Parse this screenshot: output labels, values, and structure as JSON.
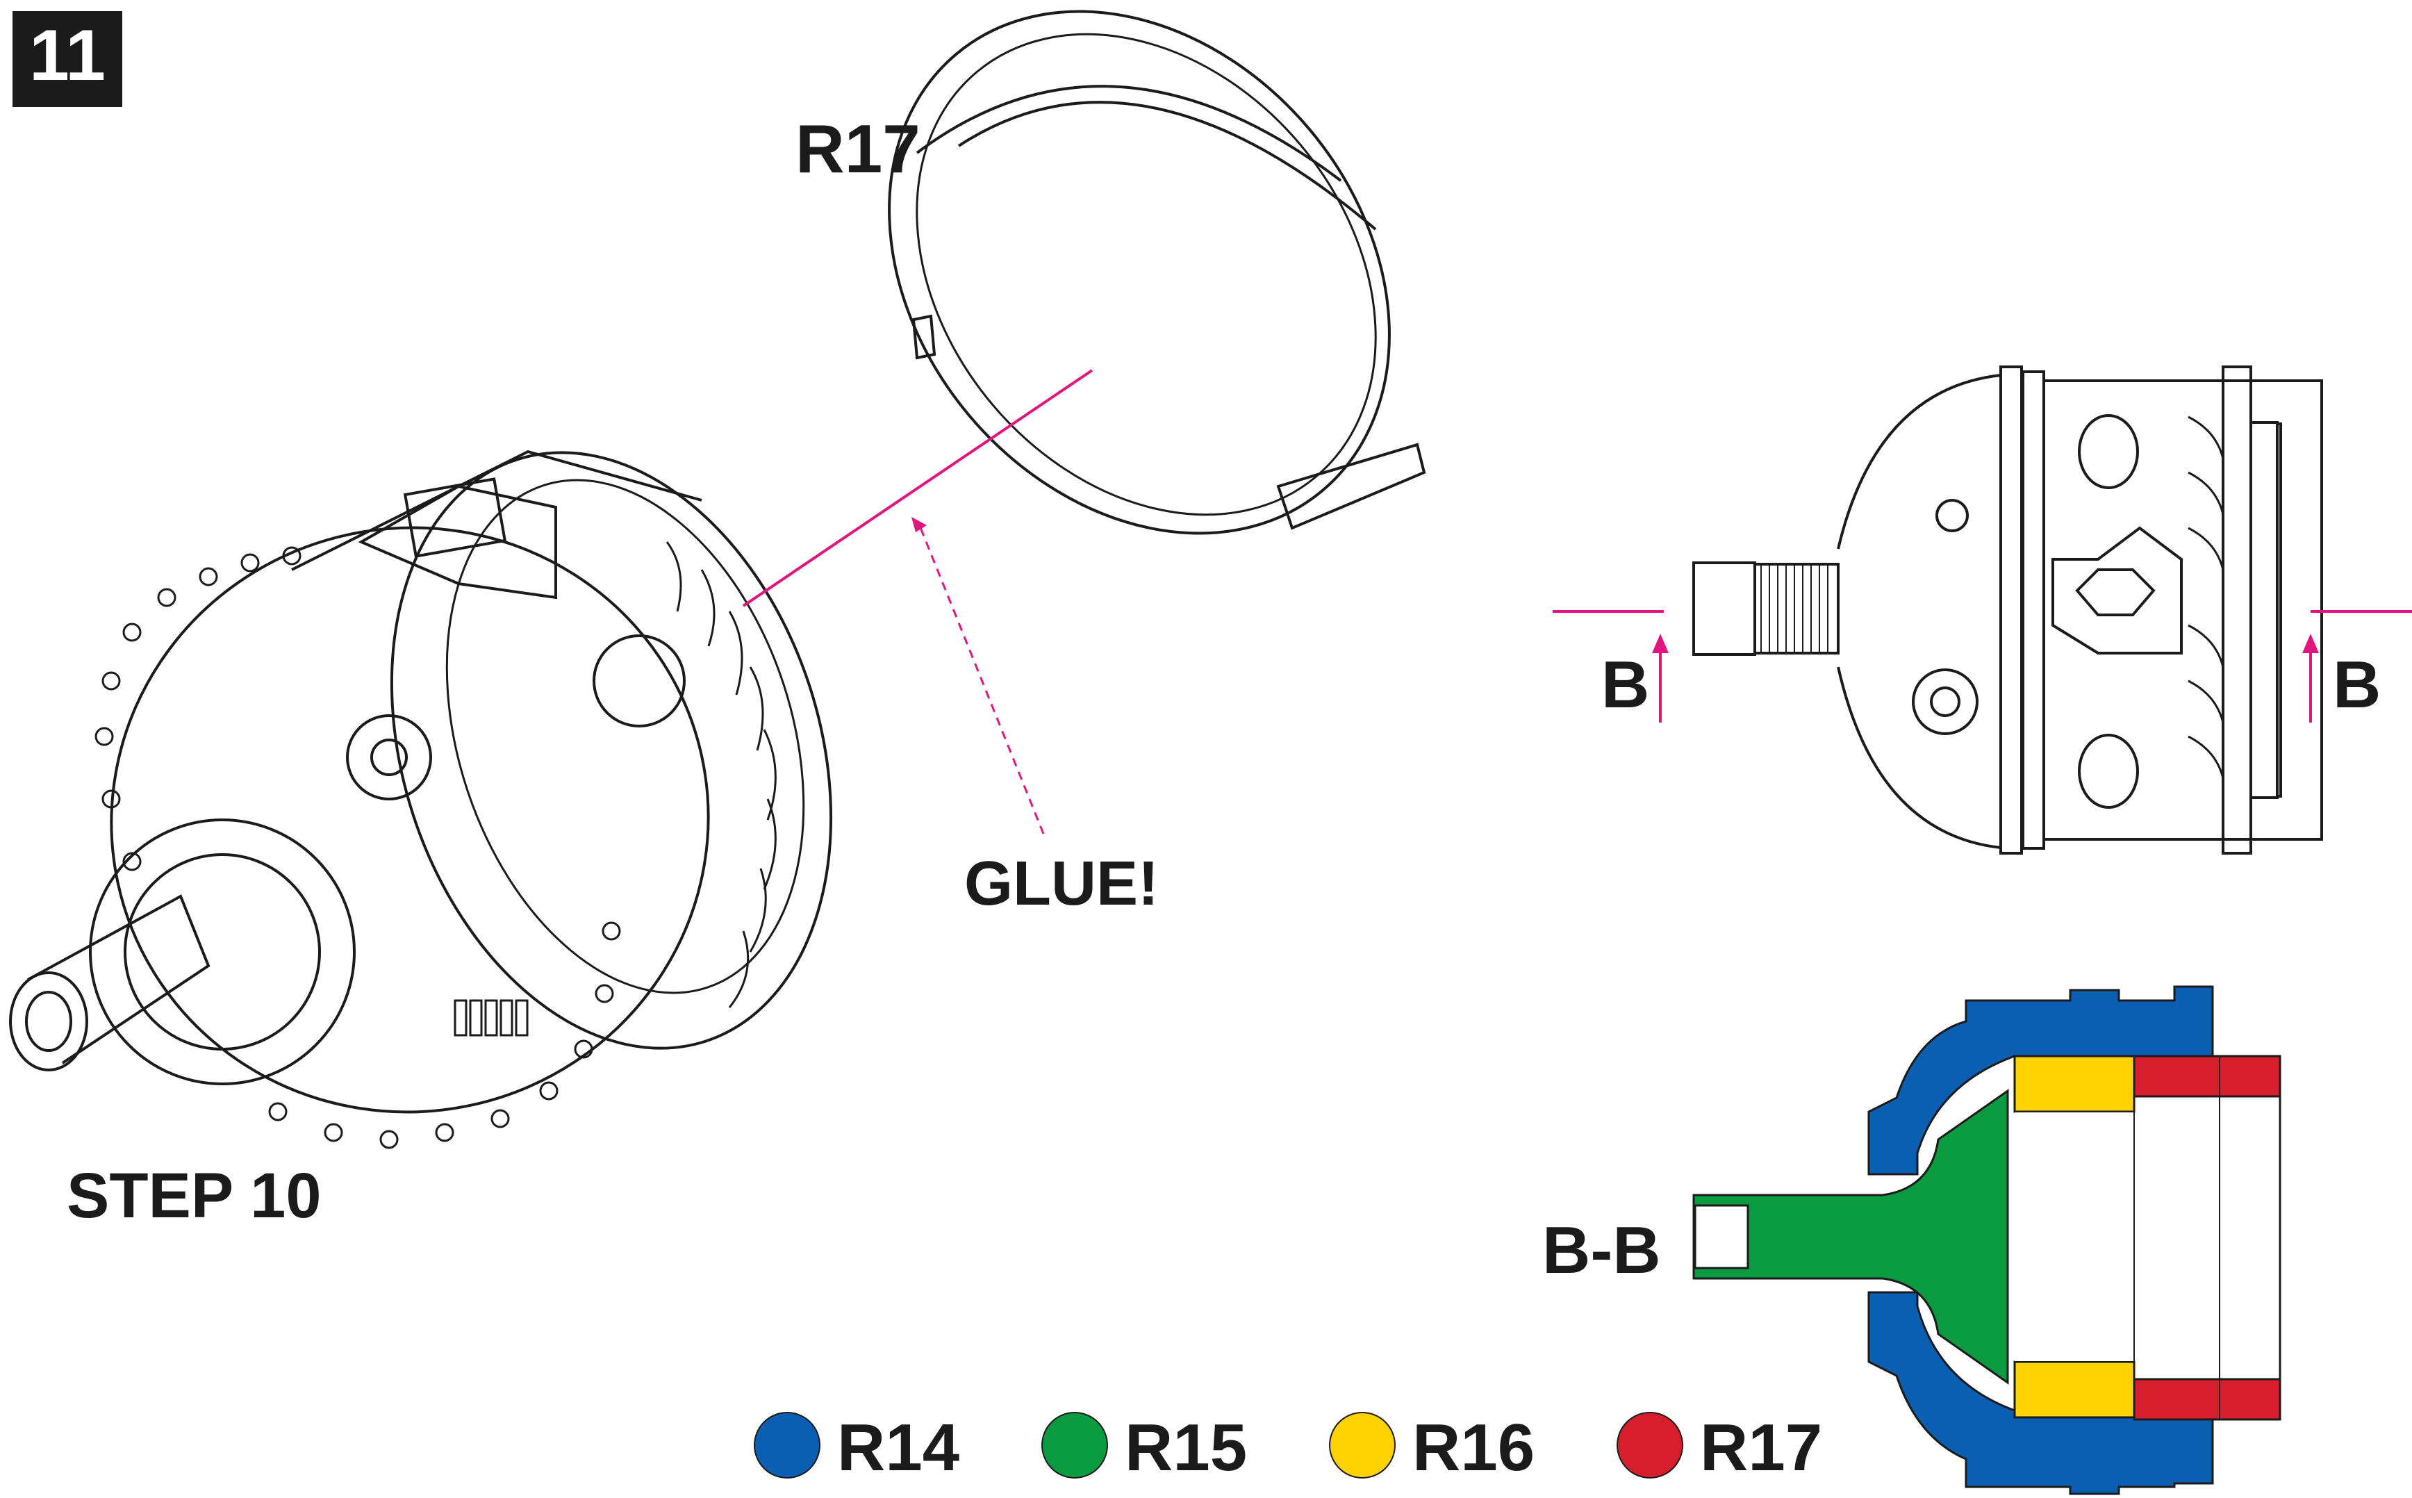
{
  "step": {
    "number": "11"
  },
  "labels": {
    "part_top": "R17",
    "glue": "GLUE!",
    "prev_step": "STEP 10",
    "section_mark_left": "B",
    "section_mark_right": "B",
    "section_title": "B-B"
  },
  "legend": [
    {
      "label": "R14",
      "color": "#0b5fb3"
    },
    {
      "label": "R15",
      "color": "#0a9a3f"
    },
    {
      "label": "R16",
      "color": "#ffd200"
    },
    {
      "label": "R17",
      "color": "#d61e2c"
    }
  ],
  "colors": {
    "glue_line": "#e2157e",
    "ink": "#1b1b1b",
    "label_bg": "#1b1b1b"
  }
}
